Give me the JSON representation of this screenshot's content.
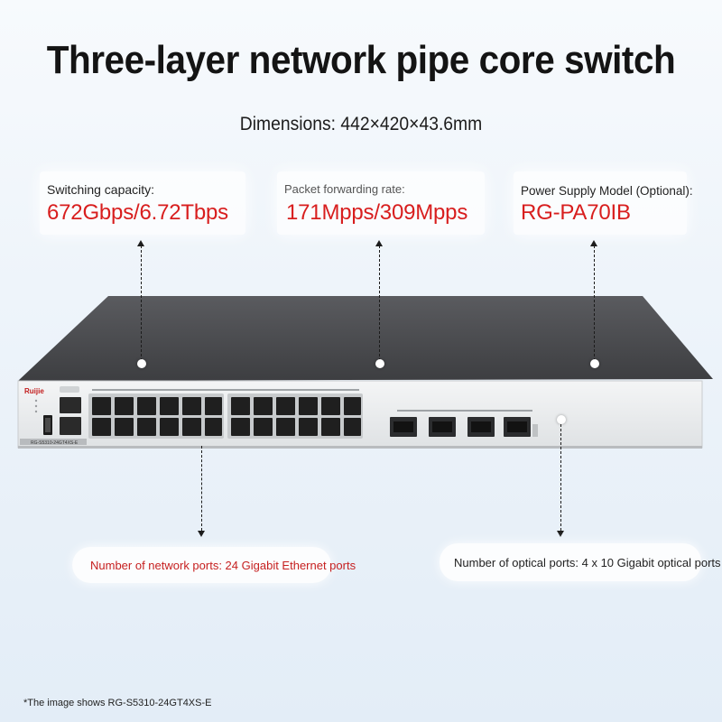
{
  "title": "Three-layer network pipe core switch",
  "dimensions": "Dimensions: 442×420×43.6mm",
  "specs": [
    {
      "label": "Switching capacity:",
      "value": "672Gbps/6.72Tbps"
    },
    {
      "label": "Packet forwarding rate:",
      "value": "171Mpps/309Mpps"
    },
    {
      "label": "Power Supply Model (Optional):",
      "value": "RG-PA70IB"
    }
  ],
  "ports": {
    "network": "Number of network ports: 24 Gigabit Ethernet ports",
    "optical": "Number of optical ports: 4 x 10 Gigabit optical ports"
  },
  "device": {
    "brand": "Ruijie",
    "model_label": "RG-S5310-24GT4XS-E"
  },
  "footnote": "*The image shows RG-S5310-24GT4XS-E",
  "colors": {
    "accent_red": "#d81e1e",
    "chassis_top": "#4a4b4e",
    "front_panel": "#eceeef"
  }
}
